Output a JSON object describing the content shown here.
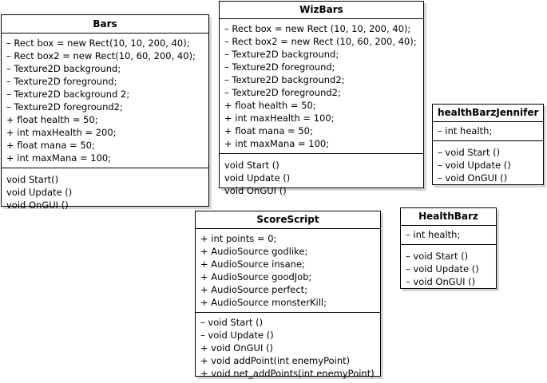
{
  "diagram": {
    "kind": "uml-class-diagram",
    "background_color": "#ffffff",
    "line_color": "#000000",
    "text_color": "#000000",
    "classes": [
      {
        "id": "bars",
        "name": "Bars",
        "attributes": [
          "– Rect box = new Rect(10, 10, 200, 40);",
          "– Rect box2 = new Rect(10, 60, 200, 40);",
          "– Texture2D background;",
          "– Texture2D foreground;",
          "– Texture2D background 2;",
          "– Texture2D foreground2;",
          "+ float health = 50;",
          "+ int maxHealth = 200;",
          "+ float mana = 50;",
          "+ int maxMana = 100;"
        ],
        "operations": [
          "void Start()",
          "void Update ()",
          "void OnGUI ()"
        ]
      },
      {
        "id": "wizbars",
        "name": "WizBars",
        "attributes": [
          "– Rect box = new Rect (10, 10, 200, 40);",
          "– Rect box2 = new Rect (10, 60, 200, 40);",
          "– Texture2D background;",
          "– Texture2D foreground;",
          "– Texture2D background2;",
          "– Texture2D foreground2;",
          "+ float health = 50;",
          "+ int maxHealth = 100;",
          "+ float mana = 50;",
          "+ int maxMana = 100;"
        ],
        "operations": [
          "void Start ()",
          "void Update ()",
          "void OnGUI ()"
        ]
      },
      {
        "id": "healthbarz-jennifer",
        "name": "healthBarzJennifer",
        "attributes": [
          "– int health;"
        ],
        "operations": [
          "– void Start ()",
          "– void Update ()",
          "– void OnGUI ()"
        ]
      },
      {
        "id": "scorescript",
        "name": "ScoreScript",
        "attributes": [
          "+ int points = 0;",
          "+ AudioSource godlike;",
          "+ AudioSource insane;",
          "+ AudioSource goodJob;",
          "+ AudioSource perfect;",
          "+ AudioSource monsterKill;"
        ],
        "operations": [
          "– void Start ()",
          "– void Update ()",
          "+ void OnGUI ()",
          "+ void addPoint(int enemyPoint)",
          "+ void net_addPoints(int enemyPoint)"
        ]
      },
      {
        "id": "healthbarz",
        "name": "HealthBarz",
        "attributes": [
          "– int health;"
        ],
        "operations": [
          "– void Start ()",
          "– void Update ()",
          "– void OnGUI ()"
        ]
      }
    ]
  }
}
